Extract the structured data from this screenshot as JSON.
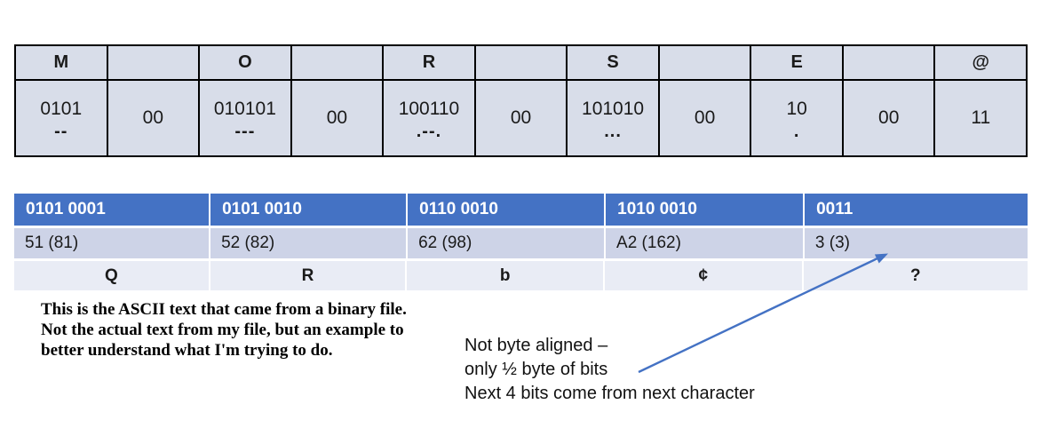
{
  "colors": {
    "page_bg": "#ffffff",
    "table1_bg": "#d8dde9",
    "table1_border": "#000000",
    "table2_header_bg": "#4472c4",
    "table2_header_text": "#ffffff",
    "table2_row2_bg": "#cdd3e7",
    "table2_row3_bg": "#e9ecf5",
    "arrow": "#4472c4",
    "text": "#1a1a1a"
  },
  "morse_table": {
    "columns": [
      {
        "header": "M",
        "bits": "0101",
        "morse": "--"
      },
      {
        "header": "",
        "bits": "00",
        "morse": ""
      },
      {
        "header": "O",
        "bits": "010101",
        "morse": "---"
      },
      {
        "header": "",
        "bits": "00",
        "morse": ""
      },
      {
        "header": "R",
        "bits": "100110",
        "morse": ".--."
      },
      {
        "header": "",
        "bits": "00",
        "morse": ""
      },
      {
        "header": "S",
        "bits": "101010",
        "morse": "..."
      },
      {
        "header": "",
        "bits": "00",
        "morse": ""
      },
      {
        "header": "E",
        "bits": "10",
        "morse": "."
      },
      {
        "header": "",
        "bits": "00",
        "morse": ""
      },
      {
        "header": "@",
        "bits": "11",
        "morse": ""
      }
    ]
  },
  "byte_table": {
    "columns": [
      {
        "bits": "0101 0001",
        "hex": "51 (81)",
        "char": "Q"
      },
      {
        "bits": "0101 0010",
        "hex": "52 (82)",
        "char": "R"
      },
      {
        "bits": "0110 0010",
        "hex": "62 (98)",
        "char": "b"
      },
      {
        "bits": "1010 0010",
        "hex": "A2 (162)",
        "char": "¢"
      },
      {
        "bits": "0011",
        "hex": "3 (3)",
        "char": "?"
      }
    ]
  },
  "ascii_note": {
    "line1": "This is the ASCII text that came from a binary file.",
    "line2": "Not the actual text from my file, but an example to",
    "line3": "better understand what I'm trying to do."
  },
  "alignment_note": {
    "line1": "Not byte aligned –",
    "line2": "only ½ byte of bits",
    "line3": "Next 4 bits come from next character"
  }
}
